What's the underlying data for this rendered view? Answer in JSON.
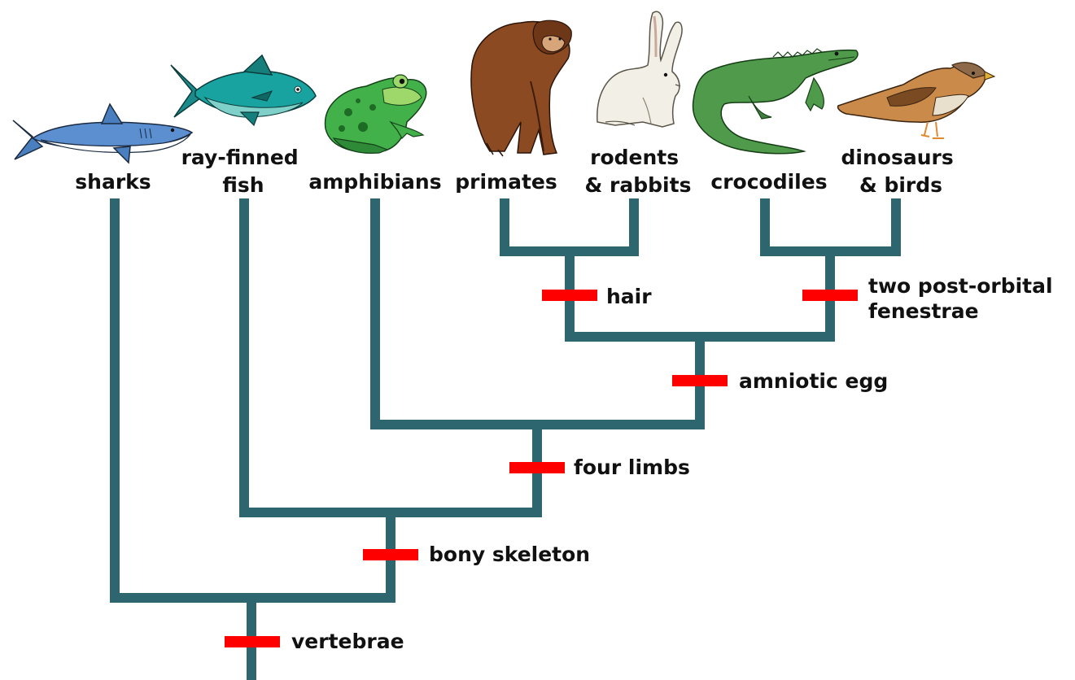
{
  "colors": {
    "branch": "#2e6670",
    "trait_mark": "#ff0000",
    "label_text": "#111111",
    "background": "#ffffff"
  },
  "taxa": [
    {
      "id": "sharks",
      "lines": [
        "sharks"
      ],
      "icon": "shark-icon"
    },
    {
      "id": "ray-finned-fish",
      "lines": [
        "ray-finned",
        "fish"
      ],
      "icon": "tuna-fish-icon"
    },
    {
      "id": "amphibians",
      "lines": [
        "amphibians"
      ],
      "icon": "frog-icon"
    },
    {
      "id": "primates",
      "lines": [
        "primates"
      ],
      "icon": "chimpanzee-icon"
    },
    {
      "id": "rodents-rabbits",
      "lines": [
        "rodents",
        "& rabbits"
      ],
      "icon": "rabbit-icon"
    },
    {
      "id": "crocodiles",
      "lines": [
        "crocodiles"
      ],
      "icon": "crocodile-icon"
    },
    {
      "id": "dinosaurs-birds",
      "lines": [
        "dinosaurs",
        "& birds"
      ],
      "icon": "sparrow-icon"
    }
  ],
  "traits": [
    {
      "id": "vertebrae",
      "lines": [
        "vertebrae"
      ]
    },
    {
      "id": "bony-skeleton",
      "lines": [
        "bony skeleton"
      ]
    },
    {
      "id": "four-limbs",
      "lines": [
        "four limbs"
      ]
    },
    {
      "id": "amniotic-egg",
      "lines": [
        "amniotic egg"
      ]
    },
    {
      "id": "hair",
      "lines": [
        "hair"
      ]
    },
    {
      "id": "two-post-orbital-fenestrae",
      "lines": [
        "two post-orbital",
        "fenestrae"
      ]
    }
  ]
}
